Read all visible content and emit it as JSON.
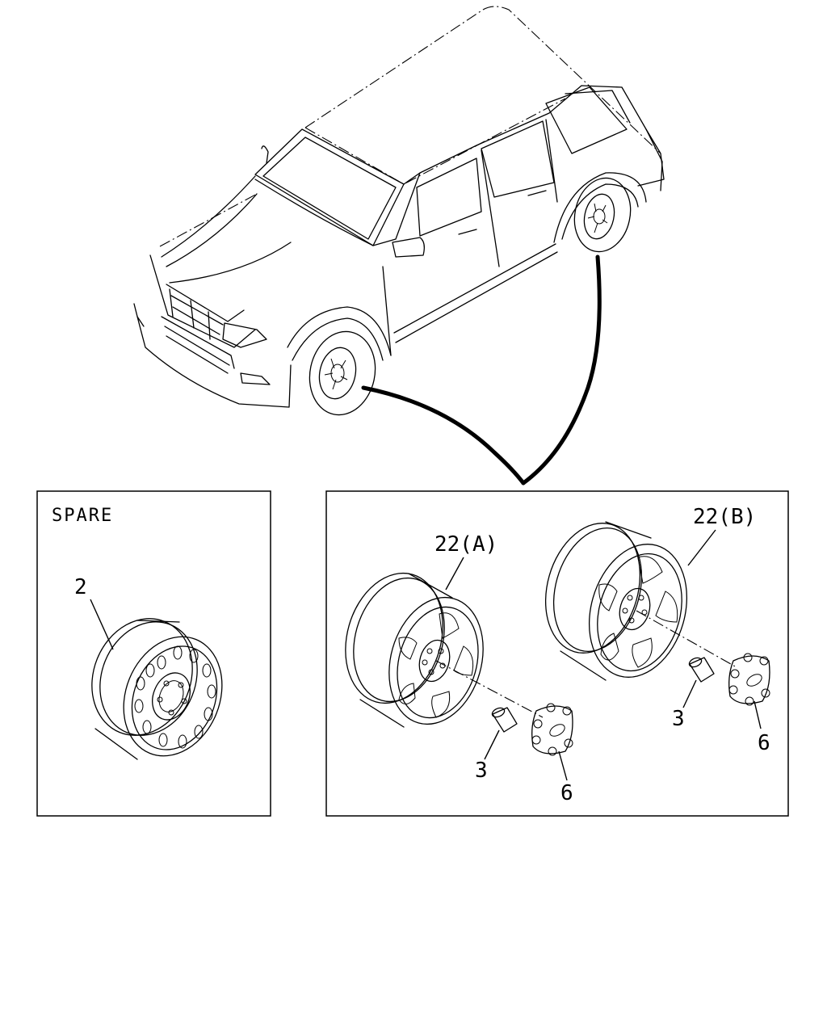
{
  "spare_panel": {
    "title": "SPARE",
    "callouts": {
      "wheel": "2"
    }
  },
  "wheels_panel": {
    "callouts": {
      "wheel_a": "22(A)",
      "wheel_b": "22(B)",
      "nut_a": "3",
      "nut_b": "3",
      "cap_a": "6",
      "cap_b": "6"
    }
  }
}
